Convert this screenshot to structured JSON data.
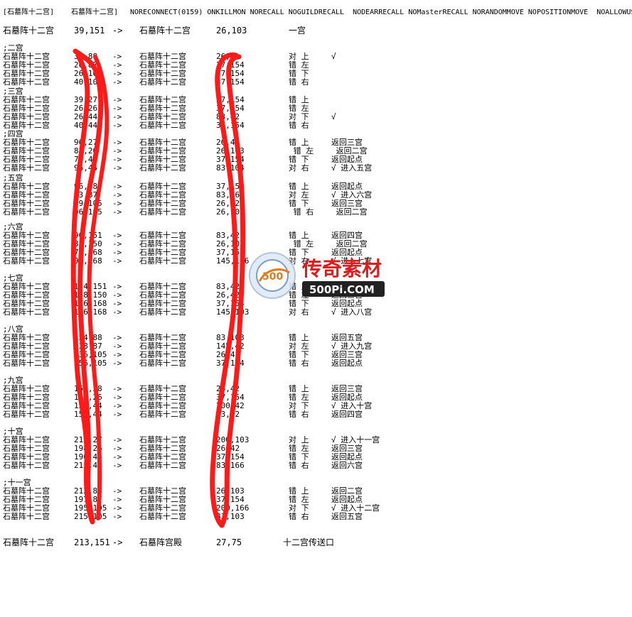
{
  "header": {
    "title": "[石墓阵十二宫]",
    "map_label": "石墓阵十二宫]",
    "flags": "NORECONNECT(0159) ONKILLMON NORECALL NOGUILDRECALL  NODEARRECALL NOMasterRECALL NORANDOMMOVE NOPOSITIONMOVE  NOALLOWUSE"
  },
  "first_row": {
    "src": "石墓阵十二宫",
    "src_xy": "39,151",
    "arrow": "->",
    "dst": "石墓阵十二宫",
    "dst_xy": "26,103",
    "note": "一宫"
  },
  "sections": [
    {
      "label": ";二宫",
      "rows": [
        {
          "src": "石墓阵十二宫",
          "src_xy": "39,88",
          "arrow": "->",
          "dst": "石墓阵十二宫",
          "dst_xy": "26,",
          "mark": "对 上",
          "note": "√"
        },
        {
          "src": "石墓阵十二宫",
          "src_xy": "26,87",
          "arrow": "->",
          "dst": "石墓阵十二宫",
          "dst_xy": "37,154",
          "mark": "错 左",
          "note": ""
        },
        {
          "src": "石墓阵十二宫",
          "src_xy": "26,105",
          "arrow": "->",
          "dst": "石墓阵十二宫",
          "dst_xy": "37,154",
          "mark": "错 下",
          "note": ""
        },
        {
          "src": "石墓阵十二宫",
          "src_xy": "40,105",
          "arrow": "->",
          "dst": "石墓阵十二宫",
          "dst_xy": "37,154",
          "mark": "错 右",
          "note": ""
        }
      ]
    },
    {
      "label": ";三宫",
      "rows": [
        {
          "src": "石墓阵十二宫",
          "src_xy": "39,27",
          "arrow": "->",
          "dst": "石墓阵十二宫",
          "dst_xy": "37,154",
          "mark": "错 上",
          "note": ""
        },
        {
          "src": "石墓阵十二宫",
          "src_xy": "26,26",
          "arrow": "->",
          "dst": "石墓阵十二宫",
          "dst_xy": "37,154",
          "mark": "错 左",
          "note": ""
        },
        {
          "src": "石墓阵十二宫",
          "src_xy": "26,44",
          "arrow": "->",
          "dst": "石墓阵十二宫",
          "dst_xy": "83,42",
          "mark": "对 下",
          "note": "√"
        },
        {
          "src": "石墓阵十二宫",
          "src_xy": "40,44",
          "arrow": "->",
          "dst": "石墓阵十二宫",
          "dst_xy": "37,154",
          "mark": "错 右",
          "note": ""
        }
      ]
    },
    {
      "label": ";四宫",
      "rows": [
        {
          "src": "石墓阵十二宫",
          "src_xy": "96,27",
          "arrow": "->",
          "dst": "石墓阵十二宫",
          "dst_xy": "26,42",
          "mark": "错 上",
          "note": "返回三宫"
        },
        {
          "src": "石墓阵十二宫",
          "src_xy": "83,26",
          "arrow": "->",
          "dst": "石墓阵十二宫",
          "dst_xy": "26,103",
          "mark": " 错 左",
          "note": " 返回二宫"
        },
        {
          "src": "石墓阵十二宫",
          "src_xy": "79,44",
          "arrow": "->",
          "dst": "石墓阵十二宫",
          "dst_xy": "37,154",
          "mark": "错 下",
          "note": "返回起点"
        },
        {
          "src": "石墓阵十二宫",
          "src_xy": "96,44",
          "arrow": "->",
          "dst": "石墓阵十二宫",
          "dst_xy": "83,104",
          "mark": "对 右",
          "note": "√ 进入五宫"
        }
      ]
    },
    {
      "label": ";五宫",
      "rows": [
        {
          "src": "石墓阵十二宫",
          "src_xy": "96,88",
          "arrow": "->",
          "dst": "石墓阵十二宫",
          "dst_xy": "37,154",
          "mark": "错 上",
          "note": "返回起点"
        },
        {
          "src": "石墓阵十二宫",
          "src_xy": "83,87",
          "arrow": "->",
          "dst": "石墓阵十二宫",
          "dst_xy": "83,166",
          "mark": "对 左",
          "note": "√ 进入六宫"
        },
        {
          "src": "石墓阵十二宫",
          "src_xy": "79,105",
          "arrow": "->",
          "dst": "石墓阵十二宫",
          "dst_xy": "26,42",
          "mark": "错 下",
          "note": "返回三宫"
        },
        {
          "src": "石墓阵十二宫",
          "src_xy": "96,105",
          "arrow": "->",
          "dst": "石墓阵十二宫",
          "dst_xy": "26,103",
          "mark": " 错 右",
          "note": " 返回二宫"
        }
      ]
    },
    {
      "label": ";六宫",
      "rows": [
        {
          "src": "石墓阵十二宫",
          "src_xy": "96,151",
          "arrow": "->",
          "dst": "石墓阵十二宫",
          "dst_xy": "83,42",
          "mark": "错 上",
          "note": "返回四宫"
        },
        {
          "src": "石墓阵十二宫",
          "src_xy": "83,150",
          "arrow": "->",
          "dst": "石墓阵十二宫",
          "dst_xy": "26,103",
          "mark": " 错 左",
          "note": " 返回二宫"
        },
        {
          "src": "石墓阵十二宫",
          "src_xy": "79,168",
          "arrow": "->",
          "dst": "石墓阵十二宫",
          "dst_xy": "37,154",
          "mark": "错 下",
          "note": "返回起点"
        },
        {
          "src": "石墓阵十二宫",
          "src_xy": "96,168",
          "arrow": "->",
          "dst": "石墓阵十二宫",
          "dst_xy": "145,166",
          "mark": "对 右",
          "note": "√ 进入七宫"
        }
      ]
    },
    {
      "label": ";七宫",
      "rows": [
        {
          "src": "石墓阵十二宫",
          "src_xy": "154,151",
          "arrow": "->",
          "dst": "石墓阵十二宫",
          "dst_xy": "83,42",
          "mark": "错 上",
          "note": "返回四宫"
        },
        {
          "src": "石墓阵十二宫",
          "src_xy": "138,150",
          "arrow": "->",
          "dst": "石墓阵十二宫",
          "dst_xy": "26,42",
          "mark": "错 左",
          "note": "返回三宫"
        },
        {
          "src": "石墓阵十二宫",
          "src_xy": "136,168",
          "arrow": "->",
          "dst": "石墓阵十二宫",
          "dst_xy": "37,154",
          "mark": "错 下",
          "note": "返回起点"
        },
        {
          "src": "石墓阵十二宫",
          "src_xy": "156,168",
          "arrow": "->",
          "dst": "石墓阵十二宫",
          "dst_xy": "145,103",
          "mark": "对 右",
          "note": "√ 进入八宫"
        }
      ]
    },
    {
      "label": ";八宫",
      "rows": [
        {
          "src": "石墓阵十二宫",
          "src_xy": "154,88",
          "arrow": "->",
          "dst": "石墓阵十二宫",
          "dst_xy": "83,103",
          "mark": "错 上",
          "note": "返回五宫"
        },
        {
          "src": "石墓阵十二宫",
          "src_xy": "138,87",
          "arrow": "->",
          "dst": "石墓阵十二宫",
          "dst_xy": "145,42",
          "mark": "对 左",
          "note": "√ 进入九宫"
        },
        {
          "src": "石墓阵十二宫",
          "src_xy": "136,105",
          "arrow": "->",
          "dst": "石墓阵十二宫",
          "dst_xy": "26,42",
          "mark": "错 下",
          "note": "返回三宫"
        },
        {
          "src": "石墓阵十二宫",
          "src_xy": "156,105",
          "arrow": "->",
          "dst": "石墓阵十二宫",
          "dst_xy": "37,154",
          "mark": "错 右",
          "note": "返回起点"
        }
      ]
    },
    {
      "label": ";九宫",
      "rows": [
        {
          "src": "石墓阵十二宫",
          "src_xy": "154,28",
          "arrow": "->",
          "dst": "石墓阵十二宫",
          "dst_xy": "26,42",
          "mark": "错 上",
          "note": "返回三宫"
        },
        {
          "src": "石墓阵十二宫",
          "src_xy": "138,26",
          "arrow": "->",
          "dst": "石墓阵十二宫",
          "dst_xy": "37,154",
          "mark": "错 左",
          "note": "返回起点"
        },
        {
          "src": "石墓阵十二宫",
          "src_xy": "136,44",
          "arrow": "->",
          "dst": "石墓阵十二宫",
          "dst_xy": "200,42",
          "mark": "对 下",
          "note": "√ 进入十宫"
        },
        {
          "src": "石墓阵十二宫",
          "src_xy": "156,44",
          "arrow": "->",
          "dst": "石墓阵十二宫",
          "dst_xy": "83,42",
          "mark": "错 右",
          "note": "返回四宫"
        }
      ]
    },
    {
      "label": ";十宫",
      "rows": [
        {
          "src": "石墓阵十二宫",
          "src_xy": "213,27",
          "arrow": "->",
          "dst": "石墓阵十二宫",
          "dst_xy": "200,103",
          "mark": "对 上",
          "note": "√ 进入十一宫"
        },
        {
          "src": "石墓阵十二宫",
          "src_xy": "198,26",
          "arrow": "->",
          "dst": "石墓阵十二宫",
          "dst_xy": "26,42",
          "mark": "错 左",
          "note": "返回三宫"
        },
        {
          "src": "石墓阵十二宫",
          "src_xy": "196,44",
          "arrow": "->",
          "dst": "石墓阵十二宫",
          "dst_xy": "37,154",
          "mark": "错 下",
          "note": "返回起点"
        },
        {
          "src": "石墓阵十二宫",
          "src_xy": "215,44",
          "arrow": "->",
          "dst": "石墓阵十二宫",
          "dst_xy": "83,166",
          "mark": "错 右",
          "note": "返回六宫"
        }
      ]
    },
    {
      "label": ";十一宫",
      "rows": [
        {
          "src": "石墓阵十二宫",
          "src_xy": "213,88",
          "arrow": "->",
          "dst": "石墓阵十二宫",
          "dst_xy": "26,103",
          "mark": "错 上",
          "note": "返回二宫"
        },
        {
          "src": "石墓阵十二宫",
          "src_xy": "197,87",
          "arrow": "->",
          "dst": "石墓阵十二宫",
          "dst_xy": "37,154",
          "mark": "错 左",
          "note": "返回起点"
        },
        {
          "src": "石墓阵十二宫",
          "src_xy": "195,105",
          "arrow": "->",
          "dst": "石墓阵十二宫",
          "dst_xy": "200,166",
          "mark": "对 下",
          "note": "√ 进入十二宫"
        },
        {
          "src": "石墓阵十二宫",
          "src_xy": "215,105",
          "arrow": "->",
          "dst": "石墓阵十二宫",
          "dst_xy": "83,103",
          "mark": "错 右",
          "note": "返回五宫"
        }
      ]
    }
  ],
  "last_row": {
    "src": "石墓阵十二宫",
    "src_xy": "213,151",
    "arrow": "->",
    "dst": "石墓阵宫殿",
    "dst_xy": "27,75",
    "note": "十二宫传送口"
  },
  "watermark": {
    "logo_text": "500",
    "site_text": "500Pi.COM",
    "calligraphy": "传奇素材"
  },
  "colors": {
    "annotation": "#ff1a1a",
    "text": "#000000",
    "background": "#ffffff"
  }
}
